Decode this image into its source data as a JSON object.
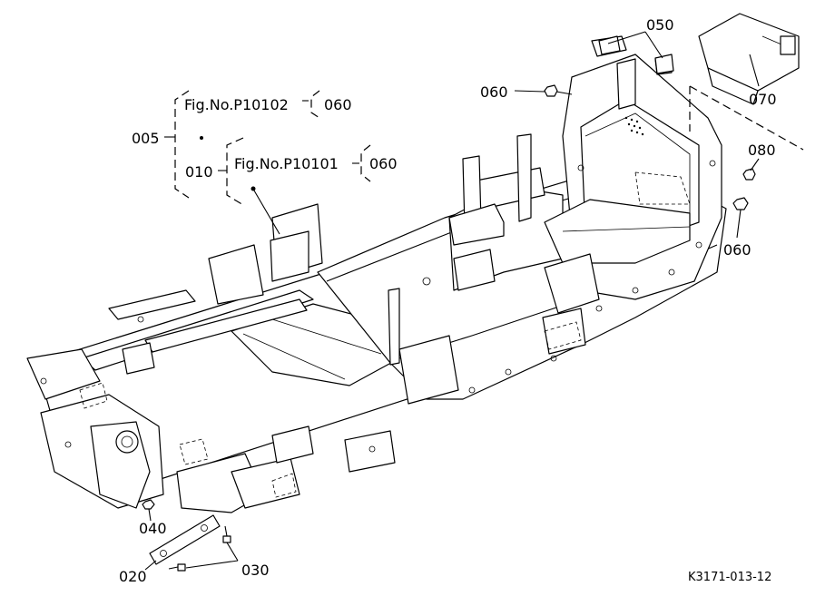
{
  "callouts": {
    "p005": "005",
    "p010": "010",
    "p020": "020",
    "p030": "030",
    "p040": "040",
    "p050": "050",
    "p060_top": "060",
    "p060_right": "060",
    "p070": "070",
    "p080": "080"
  },
  "references": {
    "fig_upper": "Fig.No.P10102",
    "fig_upper_part": "060",
    "fig_lower": "Fig.No.P10101",
    "fig_lower_part": "060"
  },
  "drawing_code": "K3171-013-12"
}
